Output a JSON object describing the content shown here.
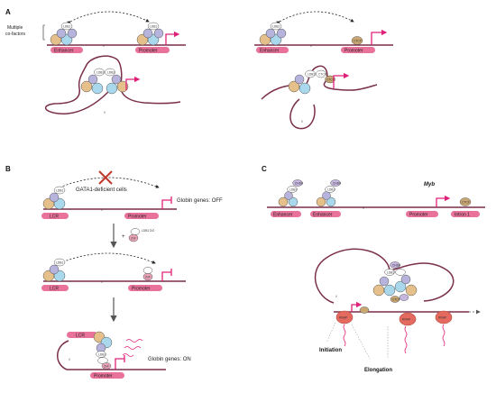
{
  "panels": {
    "a": "A",
    "b": "B",
    "c": "C"
  },
  "panel_a": {
    "cofactor_note": "Multiple\nco-factors",
    "left_enhancer": "Enhancer",
    "left_promoter": "Promoter",
    "right_enhancer": "Enhancer",
    "right_promoter": "Promoter",
    "ldb1": "LDB1",
    "ctcf": "CTCF"
  },
  "panel_b": {
    "deficient_label": "GATA1-deficient cells",
    "lcr": "LCR",
    "promoter": "Promoter",
    "globin_off": "Globin genes: OFF",
    "globin_on": "Globin genes: ON",
    "plus": "+",
    "ldb1_do": "LDB1 DO",
    "znf": "ZnF",
    "ldb1": "LDB1"
  },
  "panel_c": {
    "gene": "Myb",
    "enhancer1": "Enhancer",
    "enhancer2": "Enhancer",
    "promoter": "Promoter",
    "intron": "Intron 1",
    "initiation": "Initiation",
    "elongation": "Elongation",
    "rnap": "RNAP",
    "ldb1": "LDB1",
    "ctcf": "CTCF",
    "chd8": "CHD8"
  },
  "colors": {
    "dna": "#7a2f4a",
    "promoter_arrow": "#e0217a",
    "label_pill": "#e8729a",
    "tan": "#e6c08a",
    "blue": "#a9d8ec",
    "lavender": "#b6b3dd",
    "rnap": "#e46a5f",
    "cross": "#c0392b"
  }
}
